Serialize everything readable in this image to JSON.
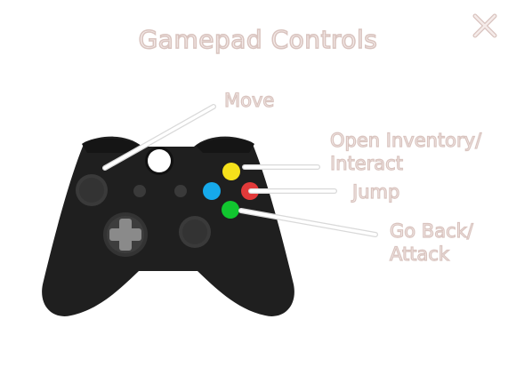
{
  "dialog": {
    "title": "Gamepad Controls",
    "close_icon": "close-x-icon"
  },
  "controller": {
    "icon": "gamepad-icon",
    "button_colors": {
      "top": "#f5e11b",
      "left": "#16a9ea",
      "right": "#e23a3a",
      "bottom": "#11c62f",
      "guide": "#ffffff"
    }
  },
  "labels": {
    "move": "Move",
    "inventory_line1": "Open Inventory/",
    "inventory_line2": "Interact",
    "jump": "Jump",
    "back_line1": "Go Back/",
    "back_line2": "Attack"
  }
}
